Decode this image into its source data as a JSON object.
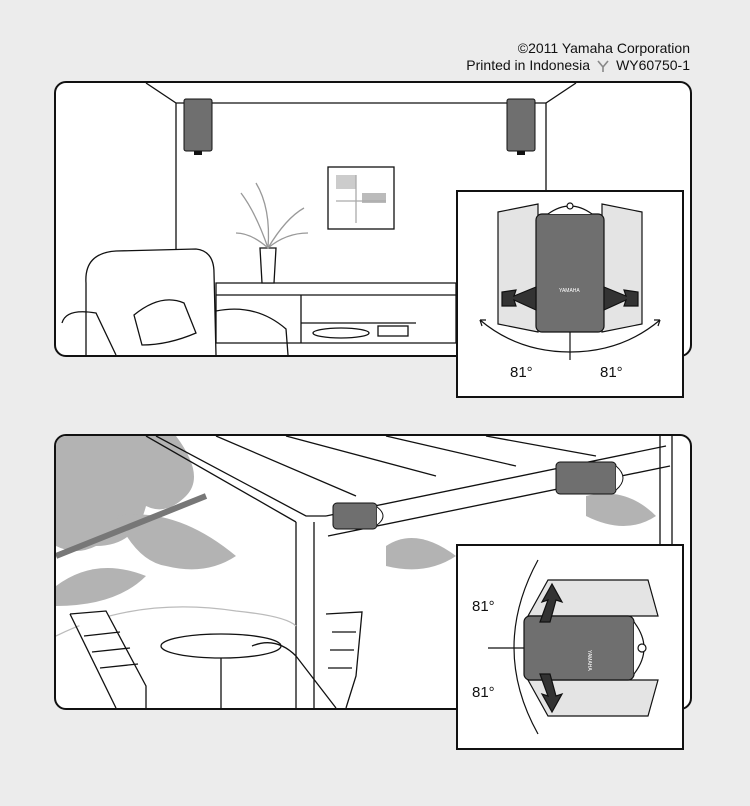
{
  "header": {
    "copyright": "©2011 Yamaha Corporation",
    "printed": "Printed in Indonesia",
    "code": "WY60750-1"
  },
  "top_inset": {
    "angle_left": "81°",
    "angle_right": "81°",
    "brand": "YAMAHA"
  },
  "bottom_inset": {
    "angle_top": "81°",
    "angle_bottom": "81°",
    "brand": "YAMAHA"
  },
  "colors": {
    "background": "#ececec",
    "line": "#111111",
    "speaker": "#6f6f6f",
    "foliage": "#9a9a9a"
  }
}
